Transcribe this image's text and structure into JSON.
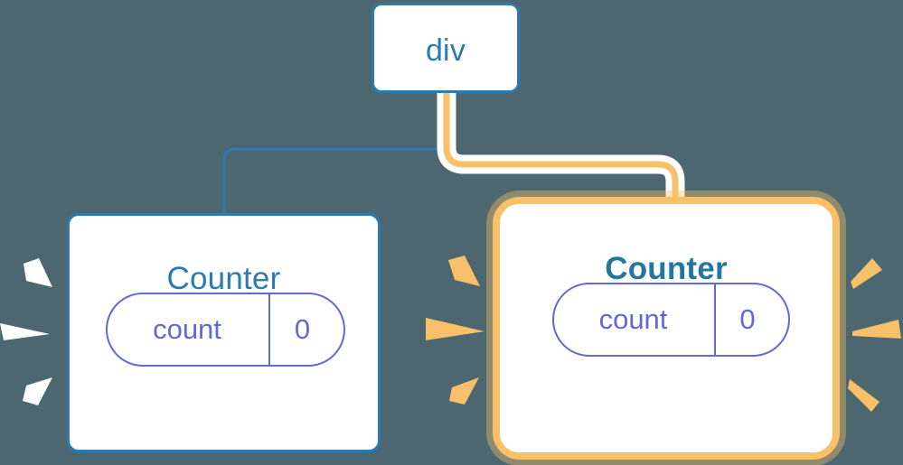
{
  "diagram": {
    "title": "component-tree-rerender",
    "background_color": "#4c6770"
  },
  "colors": {
    "background": "#4c6770",
    "blue": "#2b7bb0",
    "blue_dark": "#24759f",
    "orange": "#f9c06a",
    "orange_glow": "#fbd9a6",
    "purple": "#6168d8",
    "white": "#ffffff"
  },
  "nodes": {
    "root": {
      "label": "div",
      "type": "element-node",
      "highlighted": false,
      "border_color": "#2b7bb0"
    },
    "left_child": {
      "label": "Counter",
      "type": "component-node",
      "highlighted": false,
      "border_color": "#2b7bb0",
      "state": {
        "key": "count",
        "value": "0"
      },
      "spark_color": "#ffffff"
    },
    "right_child": {
      "label": "Counter",
      "type": "component-node",
      "highlighted": true,
      "border_color": "#f9c06a",
      "state": {
        "key": "count",
        "value": "0"
      },
      "spark_color": "#f9c06a"
    }
  },
  "edges": [
    {
      "name": "root-to-left-child",
      "from": "root",
      "to": "left_child",
      "color": "#2b7bb0",
      "width": 3,
      "highlighted": false
    },
    {
      "name": "root-to-right-child",
      "from": "root",
      "to": "right_child",
      "color": "#f9c06a",
      "width": 7,
      "highlighted": true
    }
  ],
  "sparks": {
    "left_group": {
      "name": "left-counter-left-sparks",
      "color": "#ffffff",
      "count": 3
    },
    "middle_group": {
      "name": "right-counter-left-sparks",
      "color": "#f9c06a",
      "count": 3
    },
    "right_group": {
      "name": "right-counter-right-sparks",
      "color": "#f9c06a",
      "count": 3
    }
  }
}
